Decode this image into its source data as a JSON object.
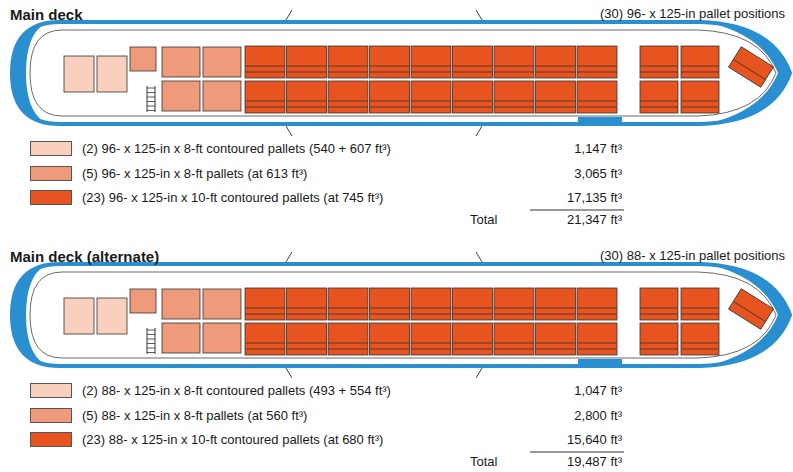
{
  "diagram": {
    "labels": [
      "Main deck",
      "(30) 96- x 125-in pallet positions",
      "1,147 ft³",
      "3,065 ft³",
      "17,135 ft³",
      "Total",
      "21,347 ft³",
      "Main deck (alternate)",
      "(30) 88- x 125-in pallet positions",
      "1,047 ft³",
      "2,800 ft³",
      "15,640 ft³",
      "Total",
      "19,487 ft³"
    ],
    "legend": [
      {
        "text": "(2) 96- x 125-in x 8-ft contoured pallets (540 + 607 ft³)",
        "color": "#f9cfbd"
      },
      {
        "text": "(5) 96- x 125-in x 8-ft pallets (at 613 ft³)",
        "color": "#f09a7c"
      },
      {
        "text": "(23) 96- x 125-in x 10-ft contoured pallets (at 745 ft³)",
        "color": "#e8541f"
      },
      {
        "text": "(2) 88- x 125-in x 8-ft contoured pallets (493 + 554 ft³)",
        "color": "#f9cfbd"
      },
      {
        "text": "(5) 88- x 125-in x 8-ft pallets (at 560 ft³)",
        "color": "#f09a7c"
      },
      {
        "text": "(23) 88- x 125-in x 10-ft contoured pallets (at 680 ft³)",
        "color": "#e8541f"
      }
    ]
  }
}
